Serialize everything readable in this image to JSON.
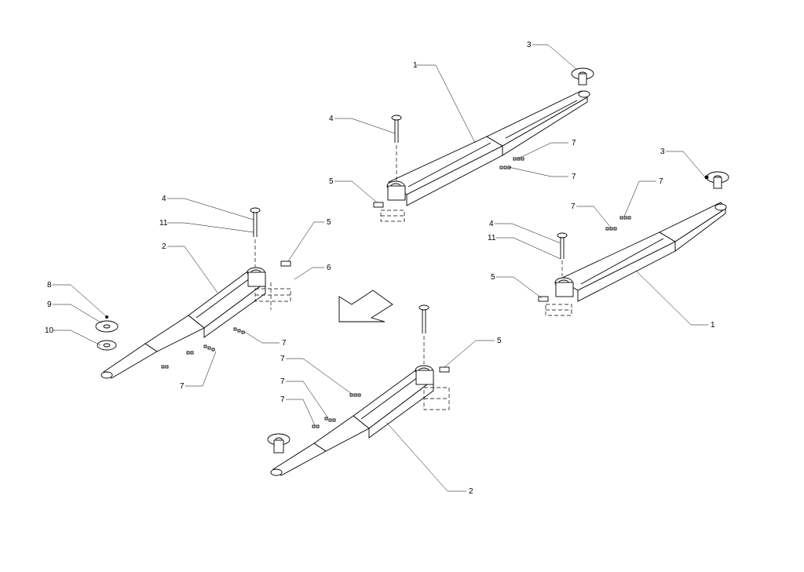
{
  "diagram": {
    "callouts": [
      {
        "id": "c-top-1",
        "label": "1"
      },
      {
        "id": "c-top-3",
        "label": "3"
      },
      {
        "id": "c-top-4",
        "label": "4"
      },
      {
        "id": "c-top-5",
        "label": "5"
      },
      {
        "id": "c-top-7a",
        "label": "7"
      },
      {
        "id": "c-top-7b",
        "label": "7"
      },
      {
        "id": "c-right-3",
        "label": "3"
      },
      {
        "id": "c-right-7a",
        "label": "7"
      },
      {
        "id": "c-right-7b",
        "label": "7"
      },
      {
        "id": "c-right-4",
        "label": "4"
      },
      {
        "id": "c-right-11",
        "label": "11"
      },
      {
        "id": "c-right-5",
        "label": "5"
      },
      {
        "id": "c-right-1",
        "label": "1"
      },
      {
        "id": "c-left-4",
        "label": "4"
      },
      {
        "id": "c-left-11",
        "label": "11"
      },
      {
        "id": "c-left-5",
        "label": "5"
      },
      {
        "id": "c-left-2",
        "label": "2"
      },
      {
        "id": "c-left-6",
        "label": "6"
      },
      {
        "id": "c-left-8",
        "label": "8"
      },
      {
        "id": "c-left-9",
        "label": "9"
      },
      {
        "id": "c-left-10",
        "label": "10"
      },
      {
        "id": "c-left-7a",
        "label": "7"
      },
      {
        "id": "c-left-7b",
        "label": "7"
      },
      {
        "id": "c-bot-5",
        "label": "5"
      },
      {
        "id": "c-bot-7a",
        "label": "7"
      },
      {
        "id": "c-bot-7b",
        "label": "7"
      },
      {
        "id": "c-bot-7c",
        "label": "7"
      },
      {
        "id": "c-bot-2",
        "label": "2"
      }
    ]
  }
}
